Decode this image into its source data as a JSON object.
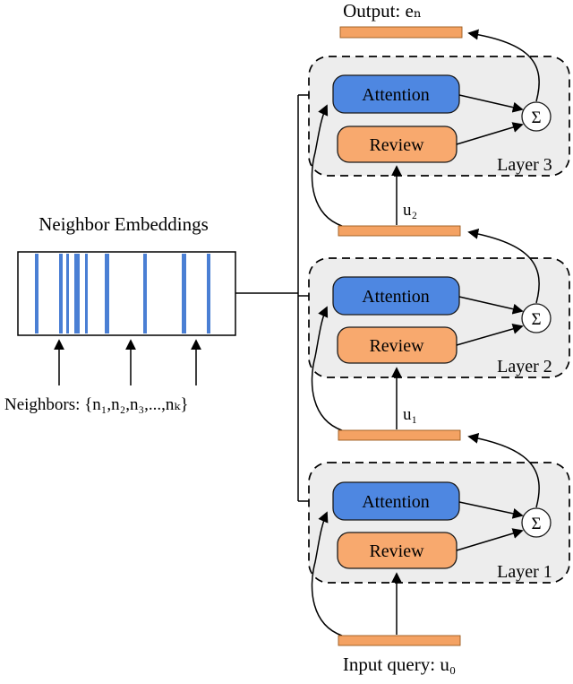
{
  "diagram": {
    "output_label": "Output: eₙ",
    "u2_label": "u₂",
    "u1_label": "u₁",
    "input_label": "Input query: u₀",
    "neighbor_embeddings_label": "Neighbor Embeddings",
    "neighbors_label": "Neighbors: {n₁,n₂,n₃,...,nₖ}",
    "sigma": "Σ",
    "layers": [
      {
        "label": "Layer 1",
        "attention": "Attention",
        "review": "Review"
      },
      {
        "label": "Layer 2",
        "attention": "Attention",
        "review": "Review"
      },
      {
        "label": "Layer 3",
        "attention": "Attention",
        "review": "Review"
      }
    ],
    "colors": {
      "attention": "#4e87e1",
      "review": "#f8a96e",
      "bar": "#f4a263",
      "layer_bg": "#ededed",
      "stripe": "#4a7fd4",
      "node_bg": "#ffffff"
    }
  }
}
